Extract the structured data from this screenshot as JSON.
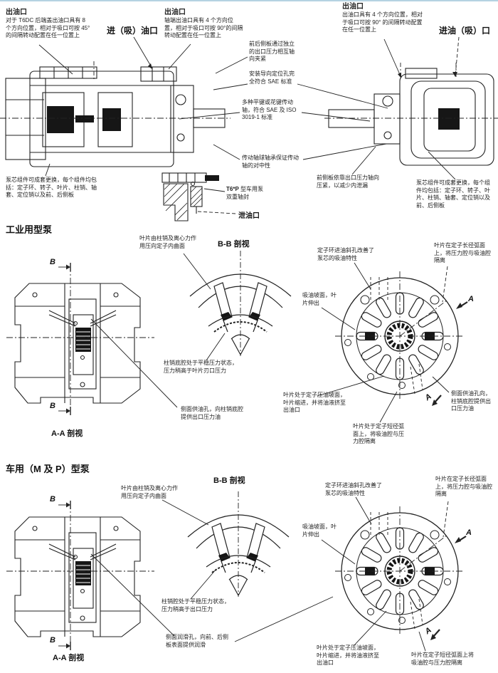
{
  "colors": {
    "ink": "#1f1f1f",
    "rule": "#b5d2e2"
  },
  "top": {
    "outlet_left": {
      "title": "出油口",
      "body": "对于 T6DC 后端盖出油口具有 8 个方向位置，相对于吸口可按 45° 的间隔转动配置在任一位置上"
    },
    "inlet_left": "进（吸）油口",
    "outlet_mid": {
      "title": "出油口",
      "body": "轴端出油口具有 4 个方向位置，相对于吸口可按 90°的间隔转动配置在任一位置上"
    },
    "outlet_right": {
      "title": "出油口",
      "body": "出油口具有 4 个方向位置，相对于吸口可按 90° 的间隔转动配置在任一位置上"
    },
    "inlet_right": "进油（吸）口",
    "side_plates": "前后侧板通过独立的出口压力相互轴向夹紧",
    "pilot_holes": "安装导向定位孔完全符合 SAE 标准",
    "shaft_keys": "多种平键或花键传动轴，符合 SAE 及 ISO 3019-1 标准",
    "ball_bearing": "传动轴球轴承保证传动轴的对中性",
    "front_plate": "前侧板依靠出口压力轴向压紧，以减少内泄漏",
    "cartridge_left": "泵芯组件可成套更换，每个组件均包括：定子环、转子、叶片、柱销、轴套、定位销以及前、后侧板",
    "cartridge_right": "泵芯组件可成套更换，每个组件均包括：定子环、转子、叶片、柱销、轴套、定位销以及前、后侧板",
    "seal_model": "T6*P",
    "seal_rest": " 型车用泵",
    "seal_line2": "双重轴封",
    "drain_port": "泄油口"
  },
  "industrial": {
    "header": "工业用型泵",
    "aa_label": "A-A 剖视",
    "bb_label": "B-B 剖视",
    "marker_b": "B",
    "marker_a": "A",
    "vane_pressed": "叶片由柱销及离心力作用压向定子内曲面",
    "pin_chamber": "柱销底腔处于平稳压力状态，压力稍高于叶片刃口压力",
    "side_feed_left": "侧面供油孔，向柱销底腔提供出口压力油",
    "stator_holes": "定子环进油斜孔改善了泵芯的吸油特性",
    "long_arc": "叶片在定子长径弧面上，将压力腔与吸油腔隔离",
    "suction_ramp": "吸油坡面，叶片伸出",
    "pressure_ramp": "叶片处于定子压油坡面，叶片缩进，并将油液挤至出油口",
    "short_arc": "叶片处于定子短径弧面上，将吸油腔与压力腔隔离",
    "side_feed_right": "侧面供油孔向，柱销底腔提供出口压力油"
  },
  "vehicle": {
    "header": "车用（M 及 P）型泵",
    "aa_label": "A-A 剖视",
    "bb_label": "B-B 剖视",
    "marker_b": "B",
    "marker_a": "A",
    "vane_pressed": "叶片由柱销及离心力作用压向定子内曲面",
    "pin_chamber": "柱销腔处于平稳压力状态，压力稍高于出口压力",
    "lube_holes": "侧面润滑孔，向前、后侧板表面提供润滑",
    "stator_holes": "定子环进油斜孔改善了泵芯的吸油特性",
    "long_arc": "叶片在定子长径弧面上，将压力腔与吸油腔隔离",
    "suction_ramp": "吸油坡面，叶片伸出",
    "pressure_ramp": "叶片处于定子压油坡面，叶片缩进，并将油液挤至出油口",
    "short_arc": "叶片在定子短径弧面上将吸油腔与压力腔隔离"
  }
}
